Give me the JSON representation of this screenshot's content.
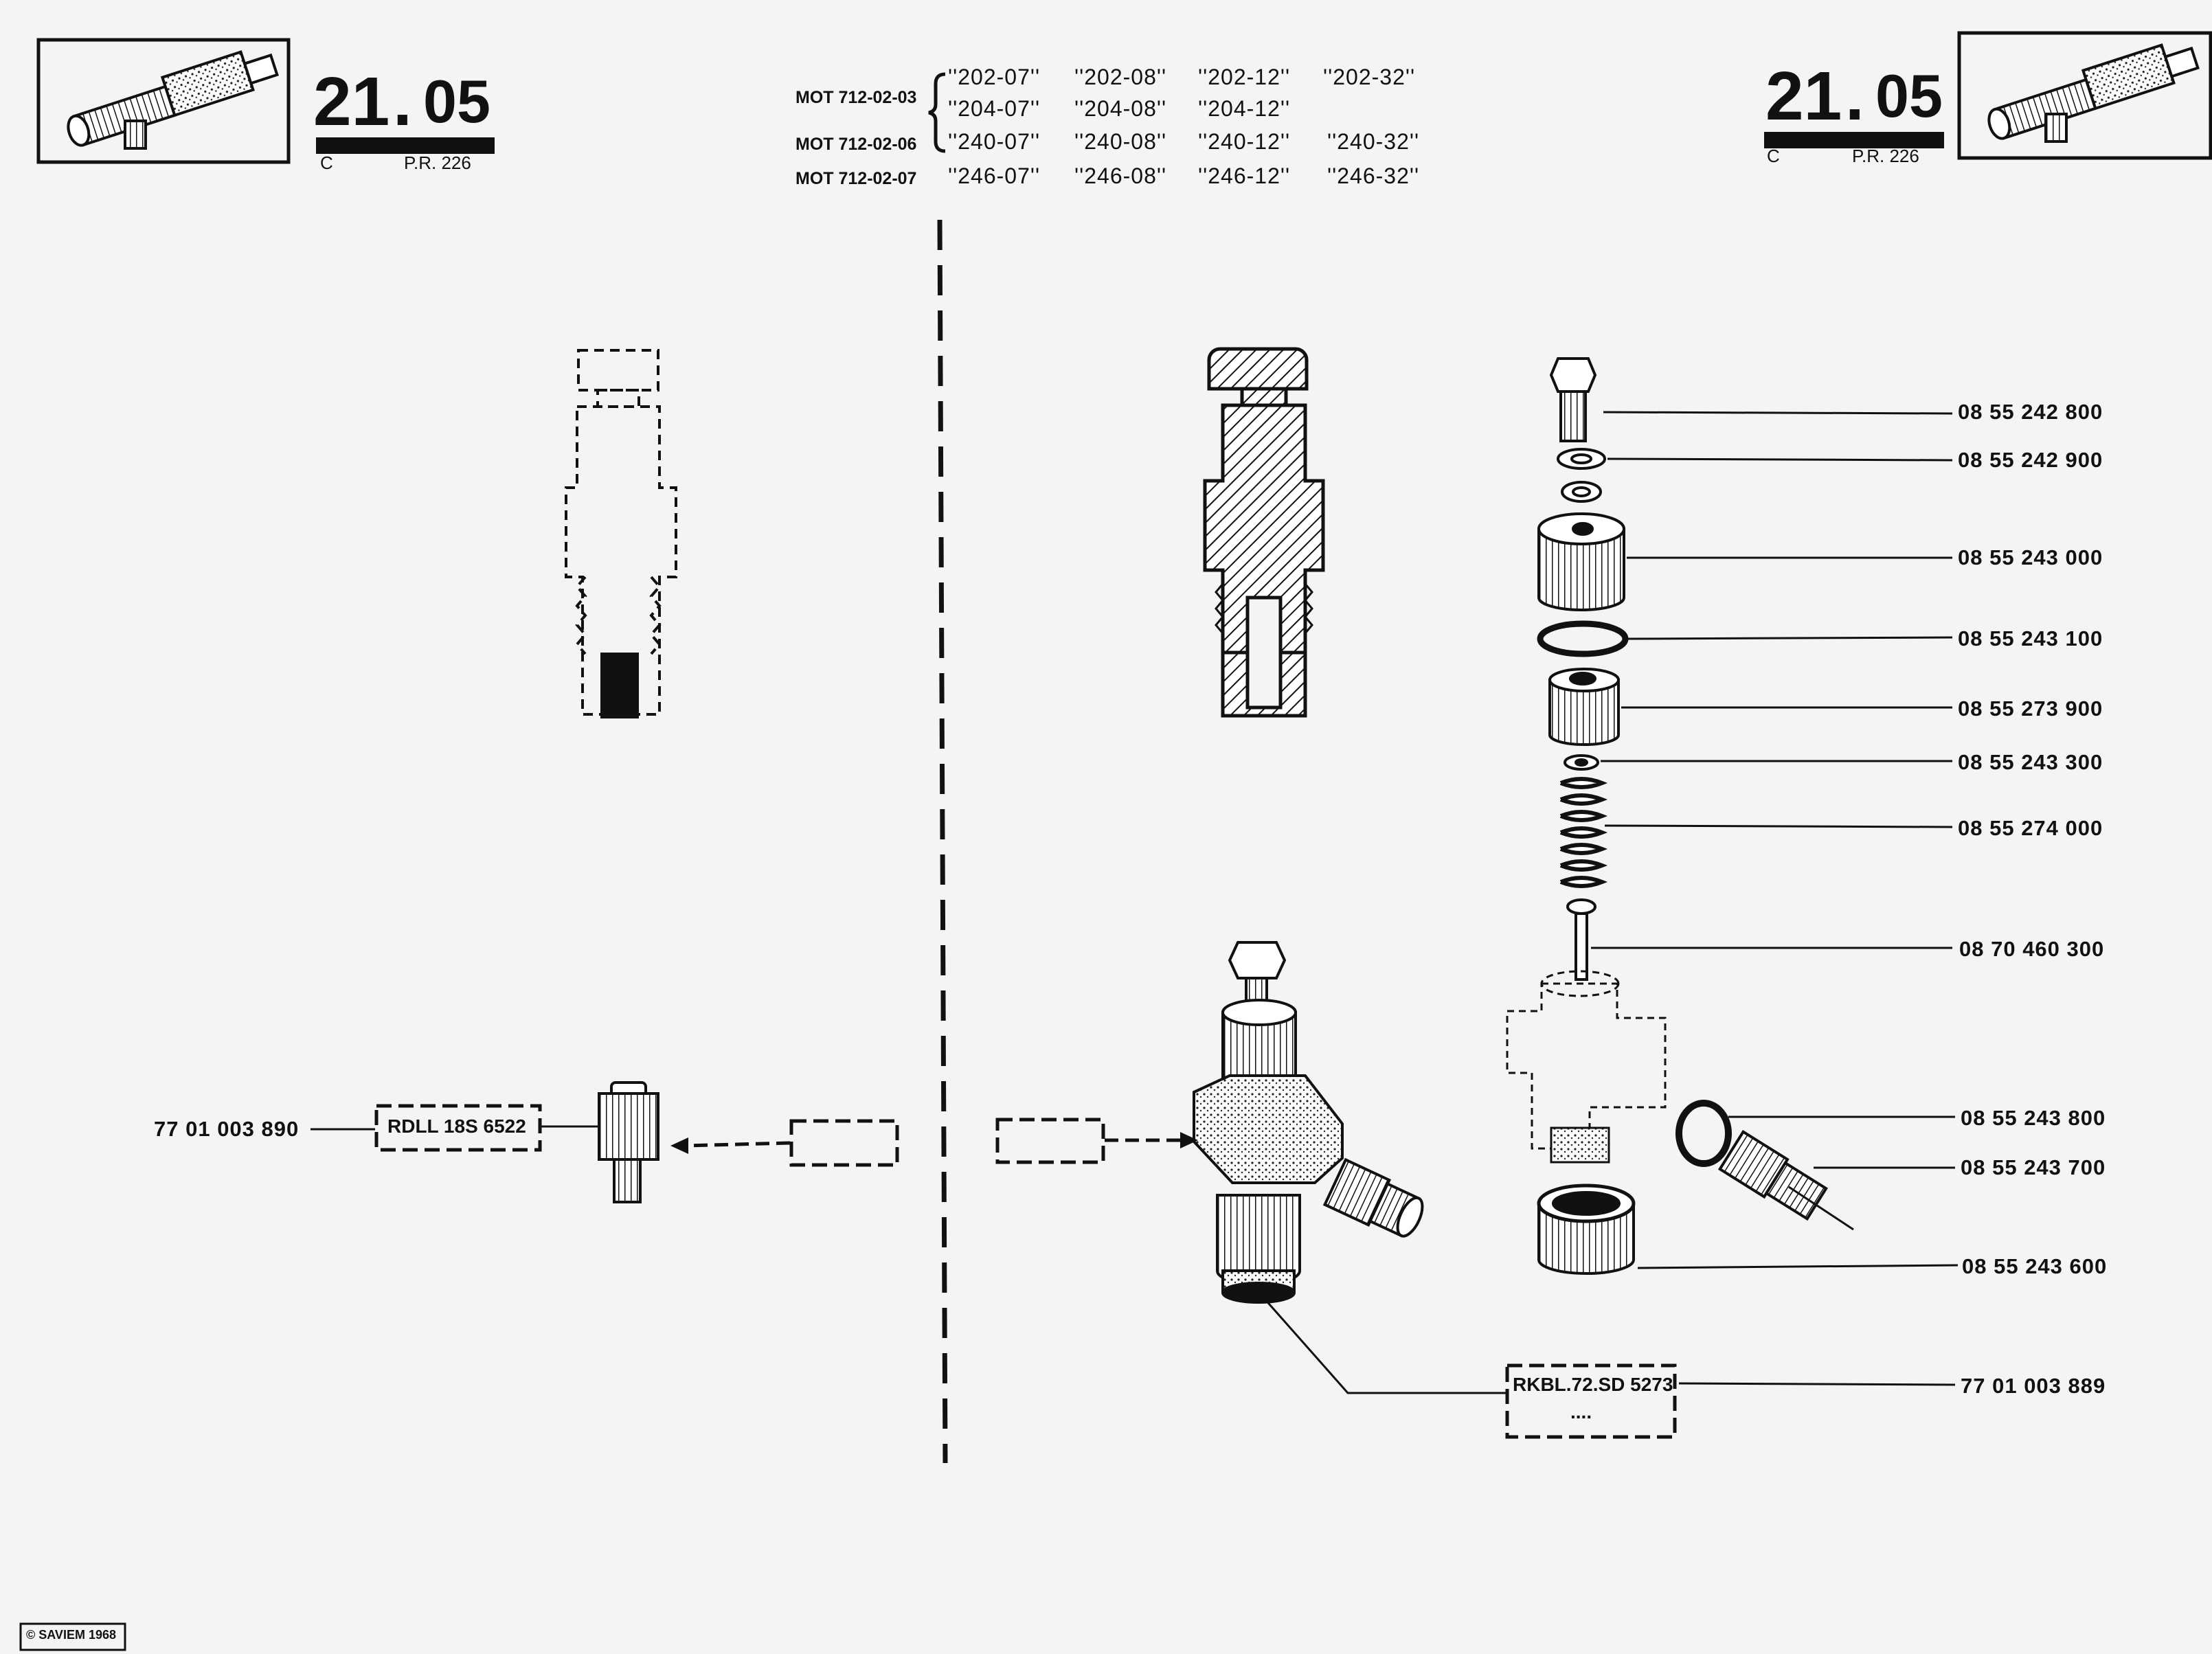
{
  "header_left": {
    "group_major": "21",
    "group_dot": ".",
    "group_minor": "05",
    "letter": "C",
    "ref": "P.R. 226"
  },
  "header_right": {
    "group_major": "21",
    "group_dot": ".",
    "group_minor": "05",
    "letter": "C",
    "ref": "P.R. 226"
  },
  "engine_rows": [
    {
      "label": "MOT 712-02-03",
      "models": [
        "''202-07''",
        "''202-08''",
        "''202-12''",
        "''202-32''"
      ]
    },
    {
      "label": "",
      "models": [
        "''204-07''",
        "''204-08''",
        "''204-12''"
      ]
    },
    {
      "label": "MOT 712-02-06",
      "models": [
        "''240-07''",
        "''240-08''",
        "''240-12''",
        "''240-32''"
      ]
    },
    {
      "label": "MOT 712-02-07",
      "models": [
        "''246-07''",
        "''246-08''",
        "''246-12''",
        "''246-32''"
      ]
    }
  ],
  "part_numbers": [
    "08 55 242 800",
    "08 55 242 900",
    "08 55 243 000",
    "08 55 243 100",
    "08 55 273 900",
    "08 55 243 300",
    "08 55 274 000",
    "08 70 460 300",
    "08 55 243 800",
    "08 55 243 700",
    "08 55 243 600",
    "77 01 003 889"
  ],
  "left_assembly": {
    "part_number": "77 01 003 890",
    "box_label": "RDLL 18S 6522"
  },
  "right_assembly": {
    "box_label": "RKBL.72.SD 5273",
    "box_sub": "...."
  },
  "copyright": "© SAVIEM 1968",
  "colors": {
    "ink": "#111111",
    "paper": "#f4f4f2"
  }
}
